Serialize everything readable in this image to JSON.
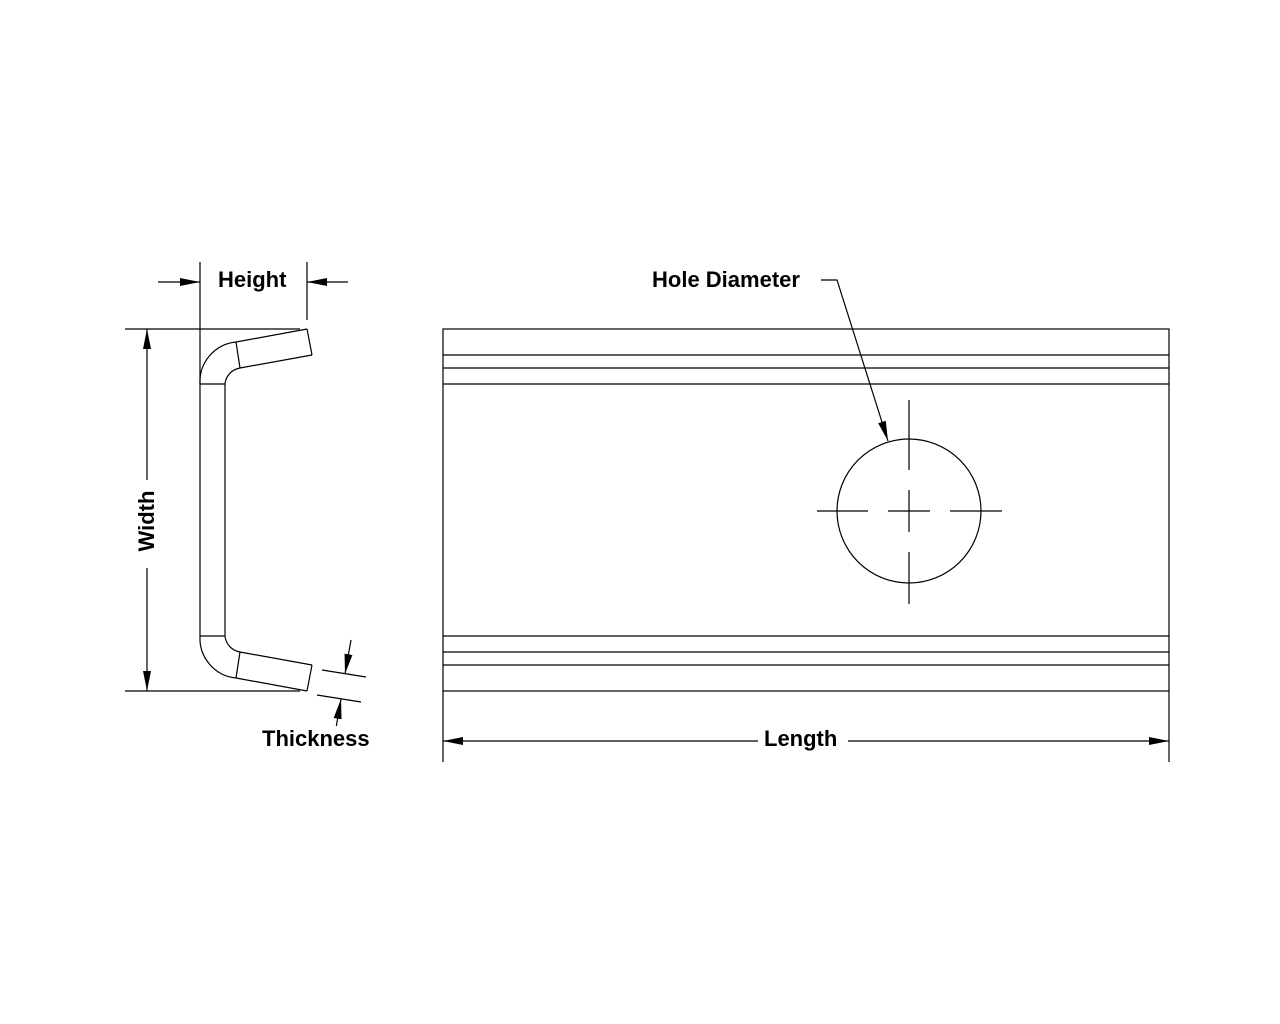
{
  "labels": {
    "height": "Height",
    "width": "Width",
    "thickness": "Thickness",
    "hole_diameter": "Hole Diameter",
    "length": "Length"
  },
  "colors": {
    "line": "#000000",
    "background": "#ffffff"
  }
}
